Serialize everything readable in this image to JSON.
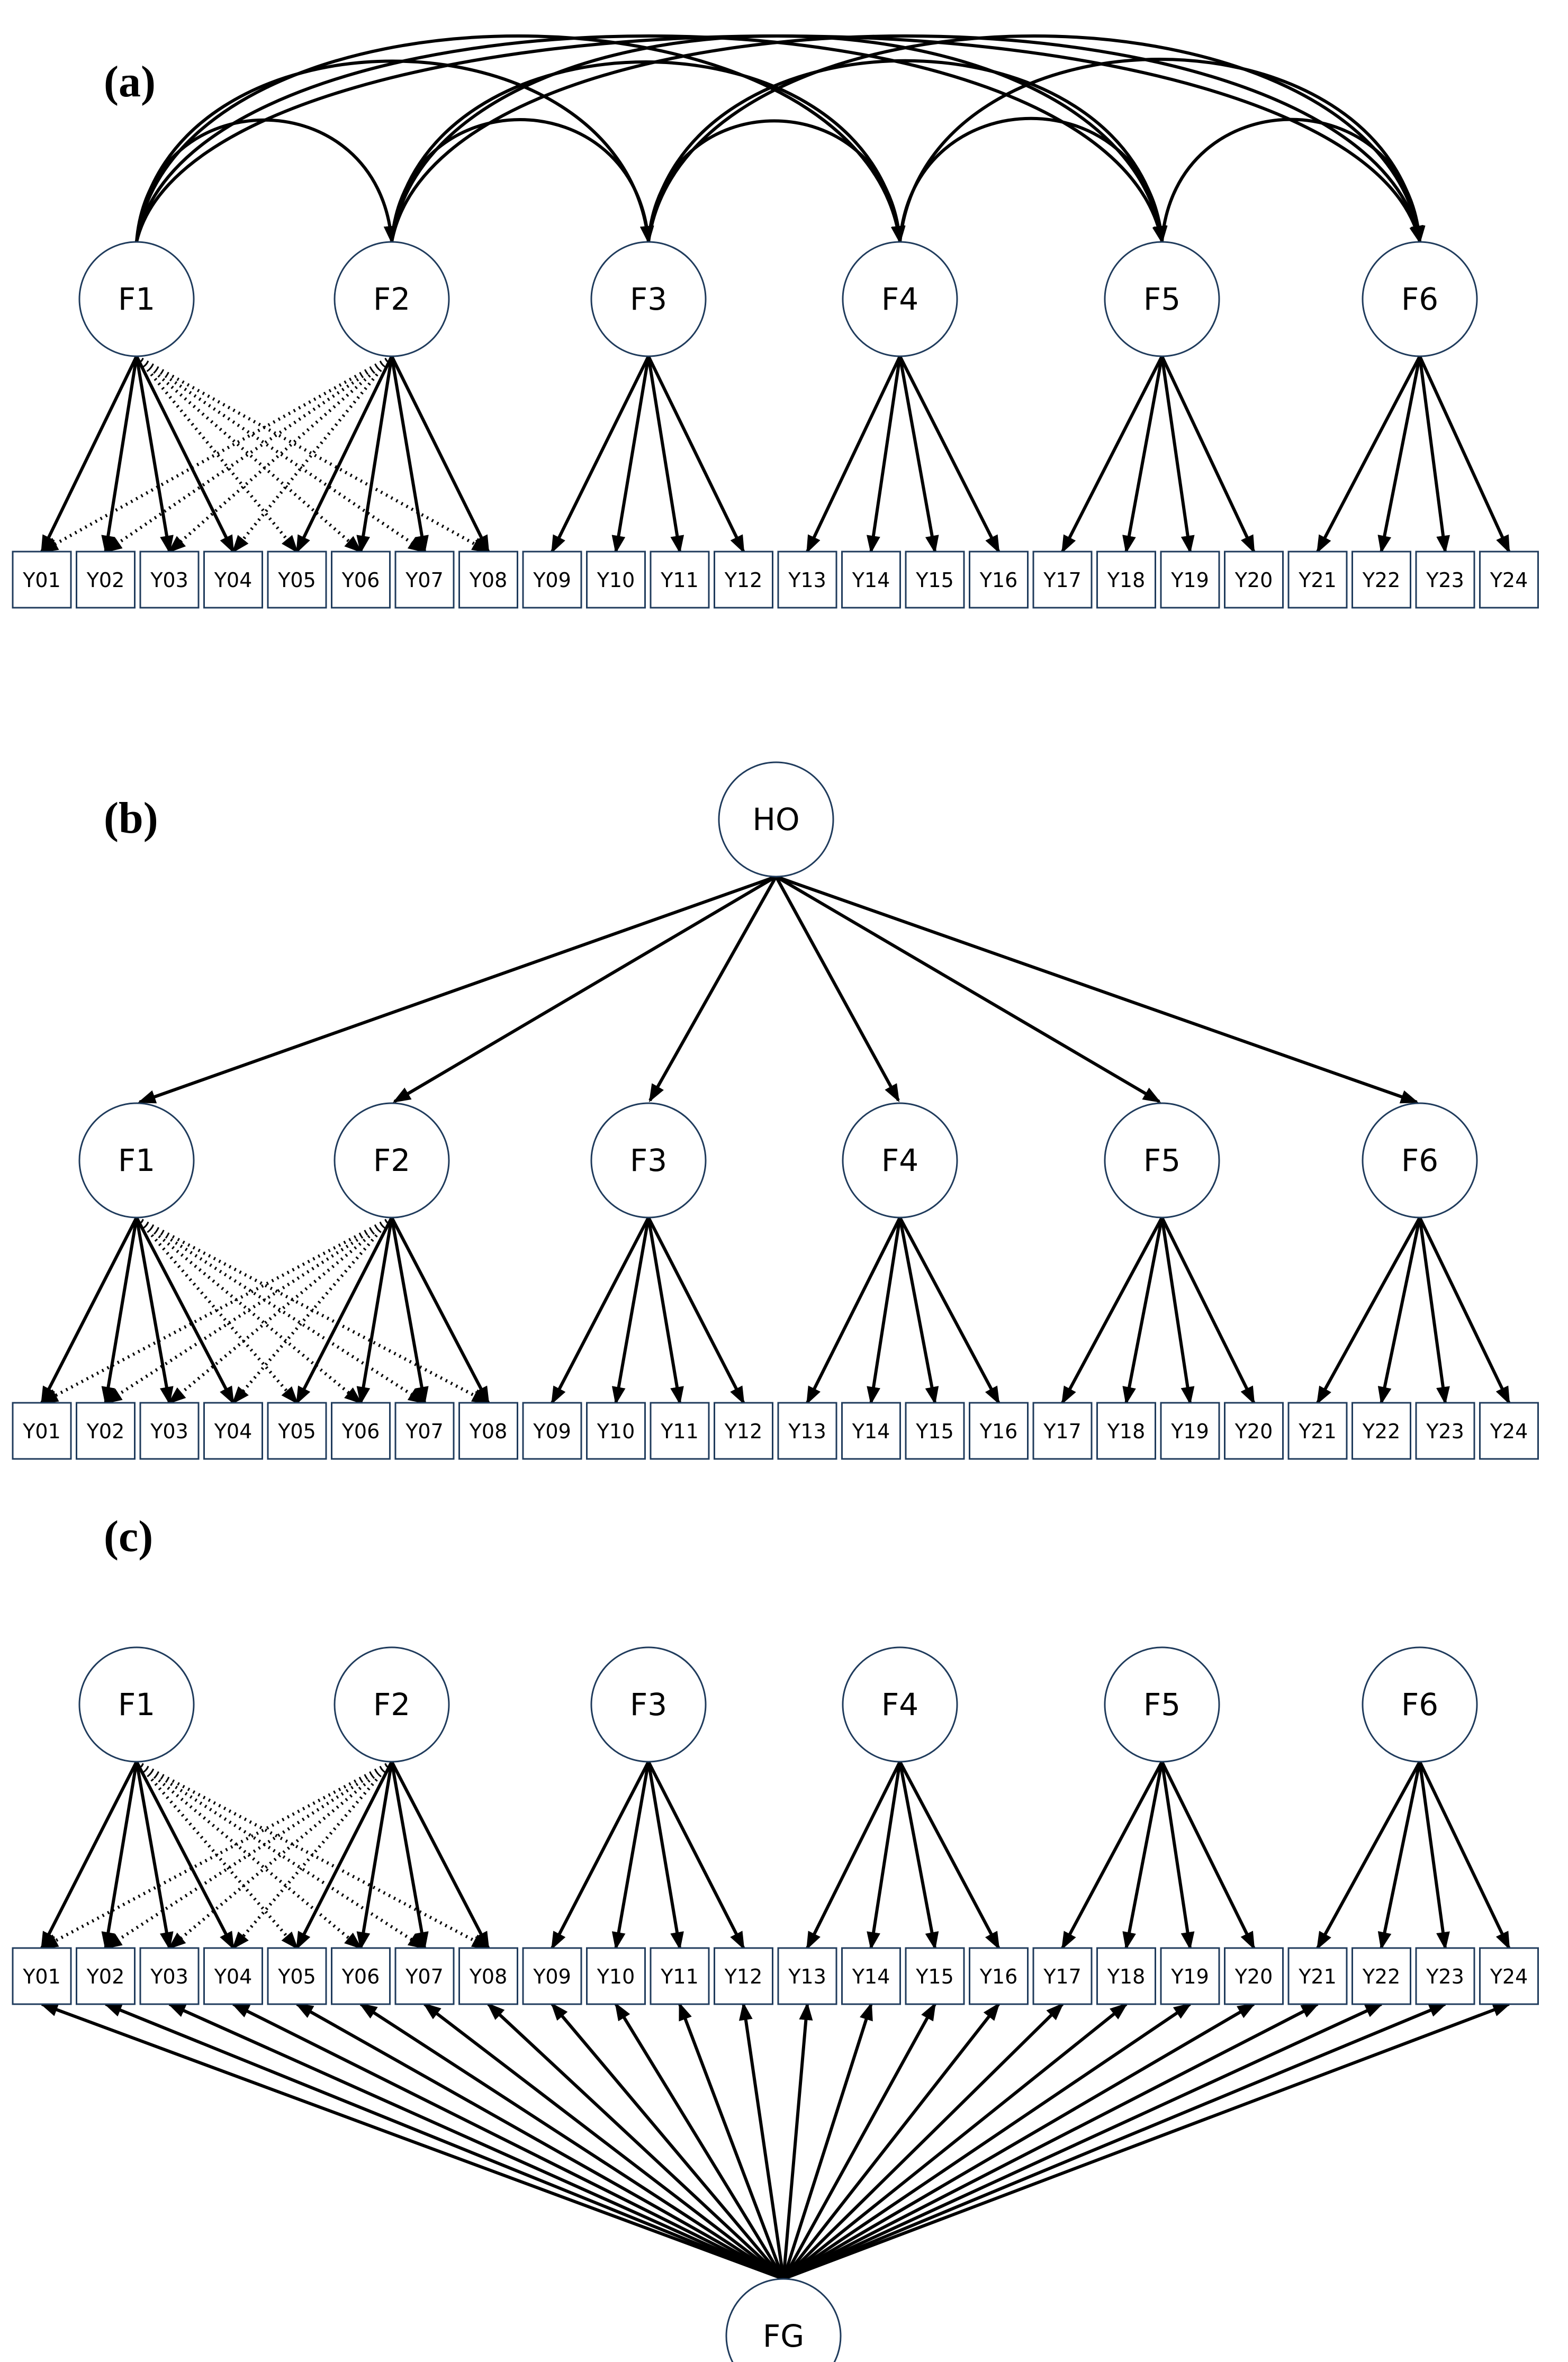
{
  "panels": [
    {
      "label": "(a)",
      "factors": [
        "F1",
        "F2",
        "F3",
        "F4",
        "F5",
        "F6"
      ],
      "indicators": [
        "Y01",
        "Y02",
        "Y03",
        "Y04",
        "Y05",
        "Y06",
        "Y07",
        "Y08",
        "Y09",
        "Y10",
        "Y11",
        "Y12",
        "Y13",
        "Y14",
        "Y15",
        "Y16",
        "Y17",
        "Y18",
        "Y19",
        "Y20",
        "Y21",
        "Y22",
        "Y23",
        "Y24"
      ]
    },
    {
      "label": "(b)",
      "higher_order": "HO",
      "factors": [
        "F1",
        "F2",
        "F3",
        "F4",
        "F5",
        "F6"
      ],
      "indicators": [
        "Y01",
        "Y02",
        "Y03",
        "Y04",
        "Y05",
        "Y06",
        "Y07",
        "Y08",
        "Y09",
        "Y10",
        "Y11",
        "Y12",
        "Y13",
        "Y14",
        "Y15",
        "Y16",
        "Y17",
        "Y18",
        "Y19",
        "Y20",
        "Y21",
        "Y22",
        "Y23",
        "Y24"
      ]
    },
    {
      "label": "(c)",
      "general_factor": "FG",
      "factors": [
        "F1",
        "F2",
        "F3",
        "F4",
        "F5",
        "F6"
      ],
      "indicators": [
        "Y01",
        "Y02",
        "Y03",
        "Y04",
        "Y05",
        "Y06",
        "Y07",
        "Y08",
        "Y09",
        "Y10",
        "Y11",
        "Y12",
        "Y13",
        "Y14",
        "Y15",
        "Y16",
        "Y17",
        "Y18",
        "Y19",
        "Y20",
        "Y21",
        "Y22",
        "Y23",
        "Y24"
      ]
    }
  ]
}
